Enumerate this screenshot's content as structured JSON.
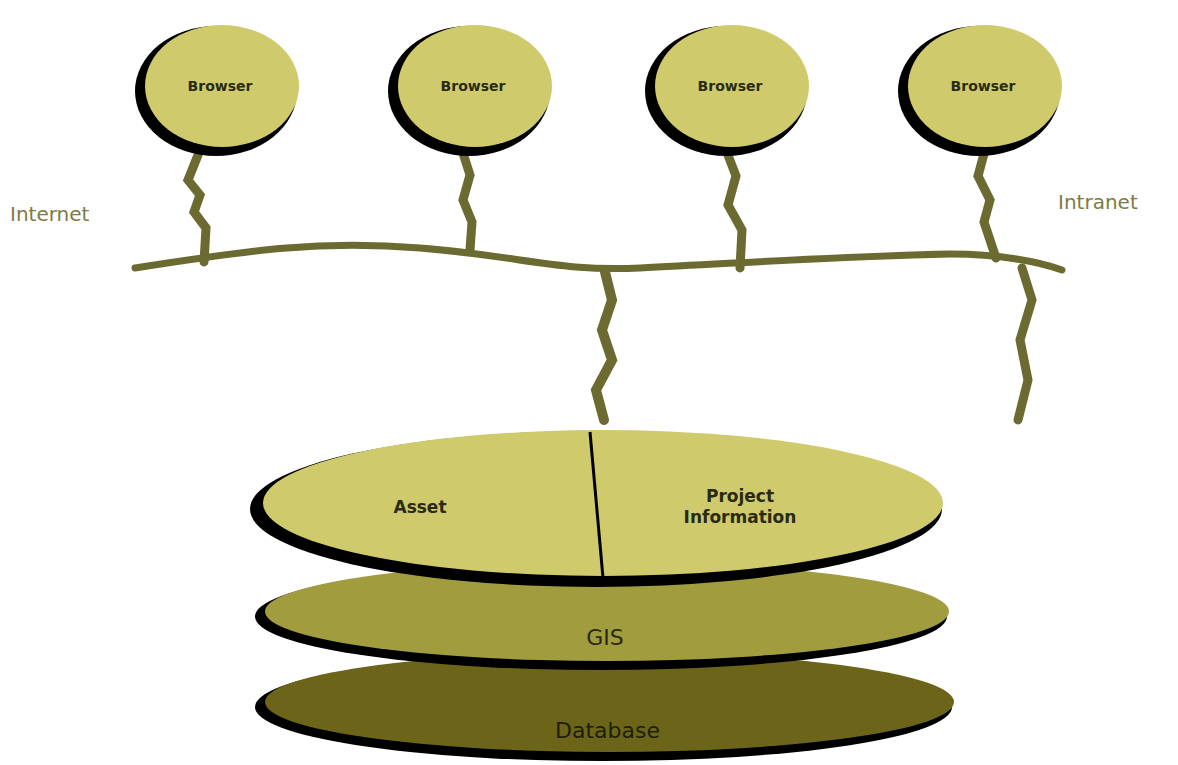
{
  "diagram": {
    "nodes": [
      {
        "text": [
          "Browser"
        ]
      },
      {
        "text": [
          "Browser"
        ]
      },
      {
        "text": [
          "Browser"
        ]
      },
      {
        "text": [
          "Browser"
        ]
      },
      {
        "text": [
          "Asset"
        ]
      },
      {
        "text": [
          "Project Information"
        ]
      },
      {
        "text": [
          "GIS"
        ]
      },
      {
        "text": [
          "Database"
        ]
      }
    ],
    "labels": [
      "Internet",
      "Intranet"
    ]
  }
}
